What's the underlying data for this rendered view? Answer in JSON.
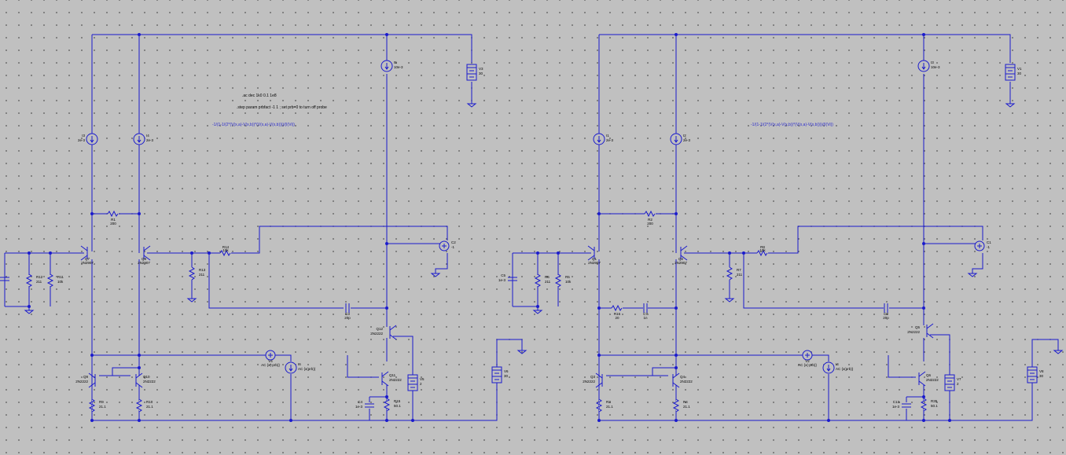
{
  "left": {
    "directive1": ".ac dec 1k0 0.1 1e8",
    "directive2": ".step param prbfact -1 1 ; set prb=0 to turn off probe",
    "measure": "-1/(1-1/(2*(V(x,a)-V(x,b))*(V(x,a)-V(x,b))))/(I(Vi))",
    "parts": [
      {
        "key": "I3",
        "name": "I3",
        "value": "2e-3"
      },
      {
        "key": "I4",
        "name": "I4",
        "value": "2e-3"
      },
      {
        "key": "I5",
        "name": "I5",
        "value": "10e-3"
      },
      {
        "key": "V3",
        "name": "V3",
        "value": "30"
      },
      {
        "key": "R1",
        "name": "R1",
        "value": "200"
      },
      {
        "key": "Q7",
        "name": "Q7",
        "value": "2N2907"
      },
      {
        "key": "Q8",
        "name": "Q8",
        "value": "2N2907"
      },
      {
        "key": "R14",
        "name": "R14",
        "value": "10k"
      },
      {
        "key": "C2",
        "name": "C2",
        "value": "-1"
      },
      {
        "key": "C6",
        "name": "C6",
        "value": "1e-7"
      },
      {
        "key": "R12",
        "name": "R12",
        "value": "211"
      },
      {
        "key": "R11",
        "name": "R11",
        "value": "10k"
      },
      {
        "key": "R13",
        "name": "R13",
        "value": "211"
      },
      {
        "key": "C3",
        "name": "C3",
        "value": "20p"
      },
      {
        "key": "Q12",
        "name": "Q12",
        "value": "2N2222"
      },
      {
        "key": "Q11",
        "name": "Q11",
        "value": "2N2222"
      },
      {
        "key": "V4",
        "name": "V4",
        "value": "AC {x(-prb)}"
      },
      {
        "key": "I6",
        "name": "I6",
        "value": "AC {x(prb)}"
      },
      {
        "key": "V5",
        "name": "V5",
        "value": "2"
      },
      {
        "key": "V6",
        "name": "V6",
        "value": "30"
      },
      {
        "key": "Q9",
        "name": "Q9",
        "value": "2N2222"
      },
      {
        "key": "Q10",
        "name": "Q10",
        "value": "2N2222"
      },
      {
        "key": "R9",
        "name": "R9",
        "value": "21.1"
      },
      {
        "key": "R10",
        "name": "R10",
        "value": "21.1"
      },
      {
        "key": "C4",
        "name": "C4",
        "value": "1e-3"
      },
      {
        "key": "R15",
        "name": "R15",
        "value": "50.1"
      }
    ]
  },
  "right": {
    "measure": "-1/(1-1/(2*(V(x,a)-V(x,b))*(V(x,a)-V(x,b))))/(I(Vi))",
    "parts": [
      {
        "key": "I1",
        "name": "I1",
        "value": "2e-3"
      },
      {
        "key": "I2",
        "name": "I2",
        "value": "2e-3"
      },
      {
        "key": "I3",
        "name": "I3",
        "value": "10e-3"
      },
      {
        "key": "V1",
        "name": "V1",
        "value": "30"
      },
      {
        "key": "R2",
        "name": "R2",
        "value": "200"
      },
      {
        "key": "Q1",
        "name": "Q1",
        "value": "2N2907"
      },
      {
        "key": "Q2",
        "name": "Q2",
        "value": "2N2907"
      },
      {
        "key": "R8",
        "name": "R8",
        "value": "10k"
      },
      {
        "key": "C1",
        "name": "C1",
        "value": "-1"
      },
      {
        "key": "C5",
        "name": "C5",
        "value": "1e-3"
      },
      {
        "key": "R6",
        "name": "R6",
        "value": "211"
      },
      {
        "key": "R5",
        "name": "R5",
        "value": "10k"
      },
      {
        "key": "R7",
        "name": "R7",
        "value": "211"
      },
      {
        "key": "R16",
        "name": "R16",
        "value": "20"
      },
      {
        "key": "C7",
        "name": "C7",
        "value": "1n"
      },
      {
        "key": "C8",
        "name": "C8",
        "value": "20p"
      },
      {
        "key": "Q5",
        "name": "Q5",
        "value": "2N2222"
      },
      {
        "key": "Q6",
        "name": "Q6",
        "value": "2N2222"
      },
      {
        "key": "V2",
        "name": "V2",
        "value": "AC {x(-prb)}"
      },
      {
        "key": "I4",
        "name": "I4",
        "value": "AC {x(prb)}"
      },
      {
        "key": "V7",
        "name": "V7",
        "value": "2"
      },
      {
        "key": "V8",
        "name": "V8",
        "value": "30"
      },
      {
        "key": "Q3",
        "name": "Q3",
        "value": "2N2222"
      },
      {
        "key": "Q4",
        "name": "Q4",
        "value": "2N2222"
      },
      {
        "key": "R3",
        "name": "R3",
        "value": "21.1"
      },
      {
        "key": "R4",
        "name": "R4",
        "value": "21.1"
      },
      {
        "key": "C13",
        "name": "C13",
        "value": "1e-3"
      },
      {
        "key": "R35",
        "name": "R35",
        "value": "50.1"
      }
    ]
  }
}
